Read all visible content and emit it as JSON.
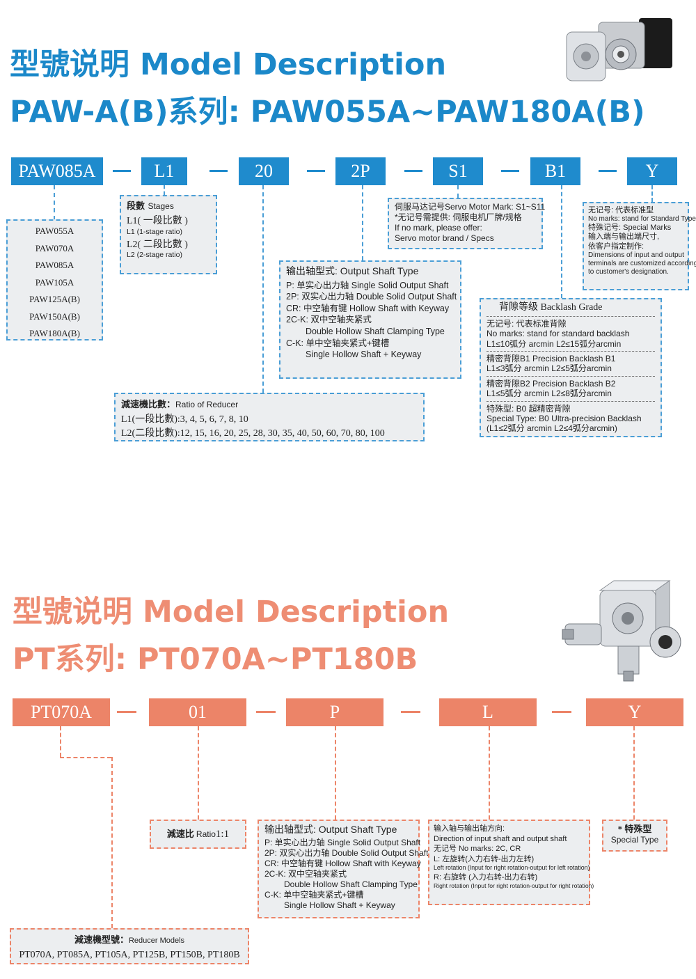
{
  "colors": {
    "blue": "#1f8bcd",
    "orange": "#ec8468",
    "box_bg": "#eceef0"
  },
  "pawa": {
    "title1": "型號说明  Model Description",
    "title2": "PAW-A(B)系列: PAW055A~PAW180A(B)",
    "image": "right-angle-gearbox-with-motor-flange",
    "codes": [
      "PAW085A",
      "L1",
      "20",
      "2P",
      "S1",
      "B1",
      "Y"
    ],
    "models": [
      "PAW055A",
      "PAW070A",
      "PAW085A",
      "PAW105A",
      "PAW125A(B)",
      "PAW150A(B)",
      "PAW180A(B)"
    ],
    "stages": {
      "title_cn": "段數",
      "title_en": "Stages",
      "l1_cn": "L1( 一段比數 )",
      "l1_en": "L1 (1-stage ratio)",
      "l2_cn": "L2( 二段比數 )",
      "l2_en": "L2 (2-stage ratio)"
    },
    "ratio": {
      "title_cn": "減速機比數：",
      "title_en": "Ratio of Reducer",
      "l1": "L1(一段比數):3, 4, 5, 6, 7, 8, 10",
      "l2": "L2(二段比數):12, 15, 16, 20, 25, 28, 30, 35, 40, 50, 60, 70, 80, 100"
    },
    "shaft": {
      "title": "输出轴型式: Output Shaft Type",
      "lines": [
        "P: 单实心出力轴 Single Solid Output Shaft",
        "2P: 双实心出力轴 Double Solid Output Shaft",
        "CR: 中空轴有键 Hollow Shaft with Keyway",
        "2C-K: 双中空轴夹紧式",
        "Double Hollow Shaft Clamping Type",
        "C-K: 单中空轴夹紧式+键槽",
        "Single Hollow Shaft + Keyway"
      ]
    },
    "servo": {
      "lines": [
        "伺服马达记号Servo Motor Mark: S1~S11",
        "*无记号需提供: 伺服电机厂牌/规格",
        "If no mark, please offer:",
        "Servo motor brand / Specs"
      ]
    },
    "special": {
      "lines": [
        "无记号: 代表标准型",
        "No marks: stand for Standard Type",
        "特殊记号: Special Marks",
        "输入端与输出端尺寸,",
        "依客户指定制作:",
        "Dimensions of input and output",
        "terminals are customized according",
        "to customer's designation."
      ]
    },
    "backlash": {
      "title": "背隙等级 Backlash Grade",
      "groups": [
        [
          "无记号: 代表标准背隙",
          "No marks: stand for standard backlash",
          "L1≤10弧分 arcmin  L2≤15弧分arcmin"
        ],
        [
          "精密背隙B1  Precision Backlash B1",
          "L1≤3弧分 arcmin  L2≤5弧分arcmin"
        ],
        [
          "精密背隙B2  Precision Backlash B2",
          "L1≤5弧分 arcmin  L2≤8弧分arcmin"
        ],
        [
          "特殊型:  B0 超精密背隙",
          "Special Type:  B0 Ultra-precision Backlash",
          "(L1≤2弧分 arcmin  L2≤4弧分arcmin)"
        ]
      ]
    }
  },
  "pt": {
    "title1": "型號说明 Model Description",
    "title2": "PT系列: PT070A~PT180B",
    "image": "right-angle-bevel-gearbox",
    "codes": [
      "PT070A",
      "01",
      "P",
      "L",
      "Y"
    ],
    "ratio": {
      "cn": "減速比",
      "en": "Ratio",
      "value": "1:1"
    },
    "shaft": {
      "title": "输出轴型式: Output Shaft Type",
      "lines": [
        "P: 单实心出力轴 Single Solid Output Shaft",
        "2P: 双实心出力轴 Double Solid Output Shaft",
        "CR: 中空轴有键 Hollow Shaft with Keyway",
        "2C-K: 双中空轴夹紧式",
        "Double Hollow Shaft Clamping Type",
        "C-K: 单中空轴夹紧式+键槽",
        "Single Hollow Shaft + Keyway"
      ]
    },
    "direction": {
      "lines": [
        "输入轴与输出轴方向:",
        "Direction of input shaft and output shaft",
        "无记号 No marks: 2C, CR",
        "L: 左旋转(入力右转-出力左转)",
        "Left rotation (Input for right rotation-output for left rotation)",
        "R: 右旋转 (入力右转-出力右转)",
        "Right rotation (Input for right rotation-output for right rotation)"
      ]
    },
    "special": {
      "cn": "* 特殊型",
      "en": "Special Type"
    },
    "models": {
      "title_cn": "減速機型號：",
      "title_en": "Reducer Models",
      "list": "PT070A, PT085A, PT105A, PT125B, PT150B, PT180B"
    }
  }
}
